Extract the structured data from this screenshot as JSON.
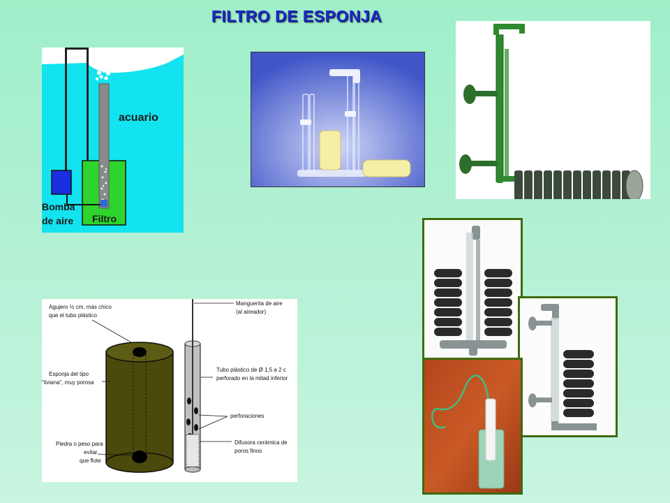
{
  "title": "FILTRO DE ESPONJA",
  "diagram1": {
    "aquarium_label": "acuario",
    "pump_label_line1": "Bomba",
    "pump_label_line2": "de aire",
    "filter_label": "Filtro"
  },
  "diagram2": {
    "label_hole_line1": "Agujero ½ cm. más chico",
    "label_hole_line2": "que el tubo plástico",
    "label_sponge_line1": "Esponja del tipo",
    "label_sponge_line2": "\"liviana\", muy porosa",
    "label_weight_line1": "Piedra o peso para",
    "label_weight_line2": "evitar",
    "label_weight_line3": "que flote",
    "label_hose_line1": "Manguerita de aire",
    "label_hose_line2": "(al aireador)",
    "label_tube_line1": "Tubo plástico de Ø 1,5 a 2 c",
    "label_tube_line2": "perforado en la mitad inferior",
    "label_perf": "perforaciones",
    "label_diffuser_line1": "Difusora cerámica de",
    "label_diffuser_line2": "poros finos"
  },
  "colors": {
    "background": "#a8efcf",
    "title": "#1f2dbf",
    "water": "#12e3ee",
    "sponge_green": "#2ed32e",
    "pump_blue": "#1a2fe0",
    "photo_border": "#3f6a10",
    "sponge_olive": "#4a4a0c"
  }
}
